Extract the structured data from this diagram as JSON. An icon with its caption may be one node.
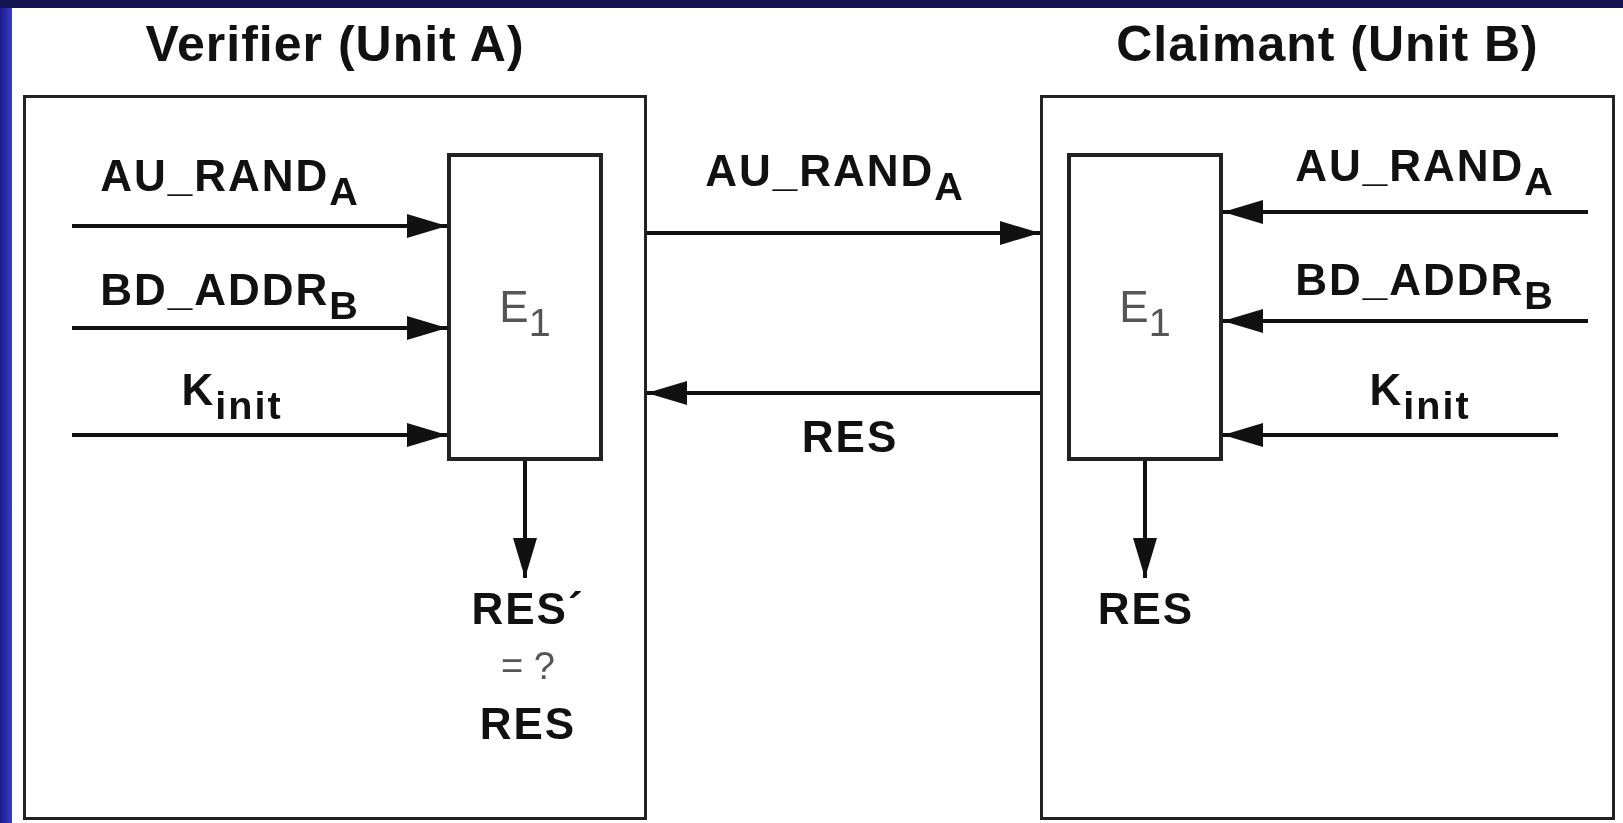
{
  "diagram": {
    "nodes": [
      {
        "text": [
          "Verifier (Unit A)"
        ]
      },
      {
        "text": [
          "E$_{1}$"
        ],
        "in": 0
      },
      {
        "text": [
          "Claimant (Unit B)"
        ]
      },
      {
        "text": [
          "E$_{1}$"
        ],
        "in": 2
      },
      {
        "text": [
          "RES´",
          "= ?",
          "RES"
        ],
        "in": 0
      },
      {
        "text": [
          "RES"
        ],
        "in": 2
      }
    ],
    "edges": [
      {
        "from": null,
        "to": 1,
        "arrow": "to",
        "label": "AU_RAND$_{A}$"
      },
      {
        "from": null,
        "to": 1,
        "arrow": "to",
        "label": "BD_ADDR$_{B}$"
      },
      {
        "from": null,
        "to": 1,
        "arrow": "to",
        "label": "K$_{init}$"
      },
      {
        "from": 1,
        "to": 4,
        "arrow": "to"
      },
      {
        "from": 0,
        "to": 2,
        "arrow": "to",
        "label": "AU_RAND$_{A}$"
      },
      {
        "from": 2,
        "to": 0,
        "arrow": "to",
        "label": "RES"
      },
      {
        "from": null,
        "to": 3,
        "arrow": "to",
        "label": "AU_RAND$_{A}$"
      },
      {
        "from": null,
        "to": 3,
        "arrow": "to",
        "label": "BD_ADDR$_{B}$"
      },
      {
        "from": null,
        "to": 3,
        "arrow": "to",
        "label": "K$_{init}$"
      },
      {
        "from": 3,
        "to": 5,
        "arrow": "to"
      }
    ]
  }
}
